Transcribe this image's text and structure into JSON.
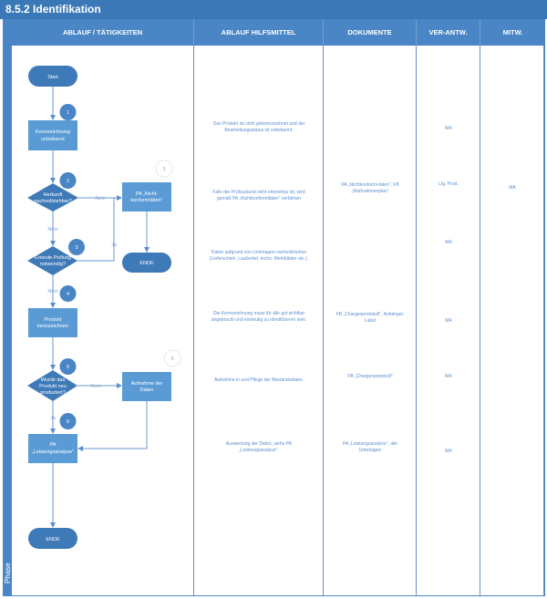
{
  "title": "8.5.2 Identifikation",
  "phase_label": "Phase",
  "columns": [
    "ABLAUF / TÄTIGKEITEN",
    "ABLAUF HILFSMITTEL",
    "DOKUMENTE",
    "VER-ANTW.",
    "MITW."
  ],
  "colors": {
    "header": "#4a86c5",
    "shape": "#5b9bd5",
    "dark_shape": "#3f7ab8",
    "text": "#5b8fcf"
  },
  "flow": {
    "start": "Start",
    "step1": [
      "Kennzeichnung",
      "unbekannt"
    ],
    "dec1": [
      "Herkunft",
      "nachvollziehbar?"
    ],
    "pa_nicht": [
      "PA „Nicht-",
      "konformitäten\""
    ],
    "dec2": [
      "Erneute Prüfung",
      "notwendig?"
    ],
    "ende1": "ENDE",
    "step4": [
      "Produkt",
      "kennzeichnen"
    ],
    "dec3": [
      "Wurde das",
      "Produkt neu",
      "produziert?"
    ],
    "aufnahme": [
      "Aufnahme der",
      "Daten"
    ],
    "pa_leist": [
      "PA",
      "„Leistungsanalyse\""
    ],
    "ende2": "ENDE",
    "nein": "Nein",
    "ja": "Ja",
    "badges": [
      "1",
      "2",
      "3",
      "3",
      "4",
      "5",
      "6",
      "6"
    ]
  },
  "hilfsmittel": [
    "Das Produkt ist nicht gekennzeichnet und der Bearbeitungsstatus ist unbekannt.",
    "Falls der Prüfzustand nicht erkennbar ist, wird gemäß PA „Nichtkonformitäten\" verfahren",
    "Daten aufgrund von Unterlagen nachvollziehen (Lieferschein, Laufzettel, techn. Merkblätter etc.).",
    "Die Kennzeichnung muss für alle gut sichtbar angebracht und eindeutig zu identifizieren sein.",
    "Aufnahme in und Pflege der Bestandsdaten.",
    "Auswertung der Daten, siehe PA „Leistungsanalyse\"."
  ],
  "dokumente": [
    "PA „Nichtkonformi-täten\", FB „Maßnahmenplan\"",
    "FB „Chargenprotokoll\", Anhänger, Label",
    "FB „Chargenprotokoll\"",
    "PA „Leistungsanalyse\", alle Unterlagen"
  ],
  "verantw": [
    "MA",
    "Ltg. Prod.",
    "MA",
    "MA",
    "MA",
    "MA"
  ],
  "mitw": [
    "MA"
  ]
}
